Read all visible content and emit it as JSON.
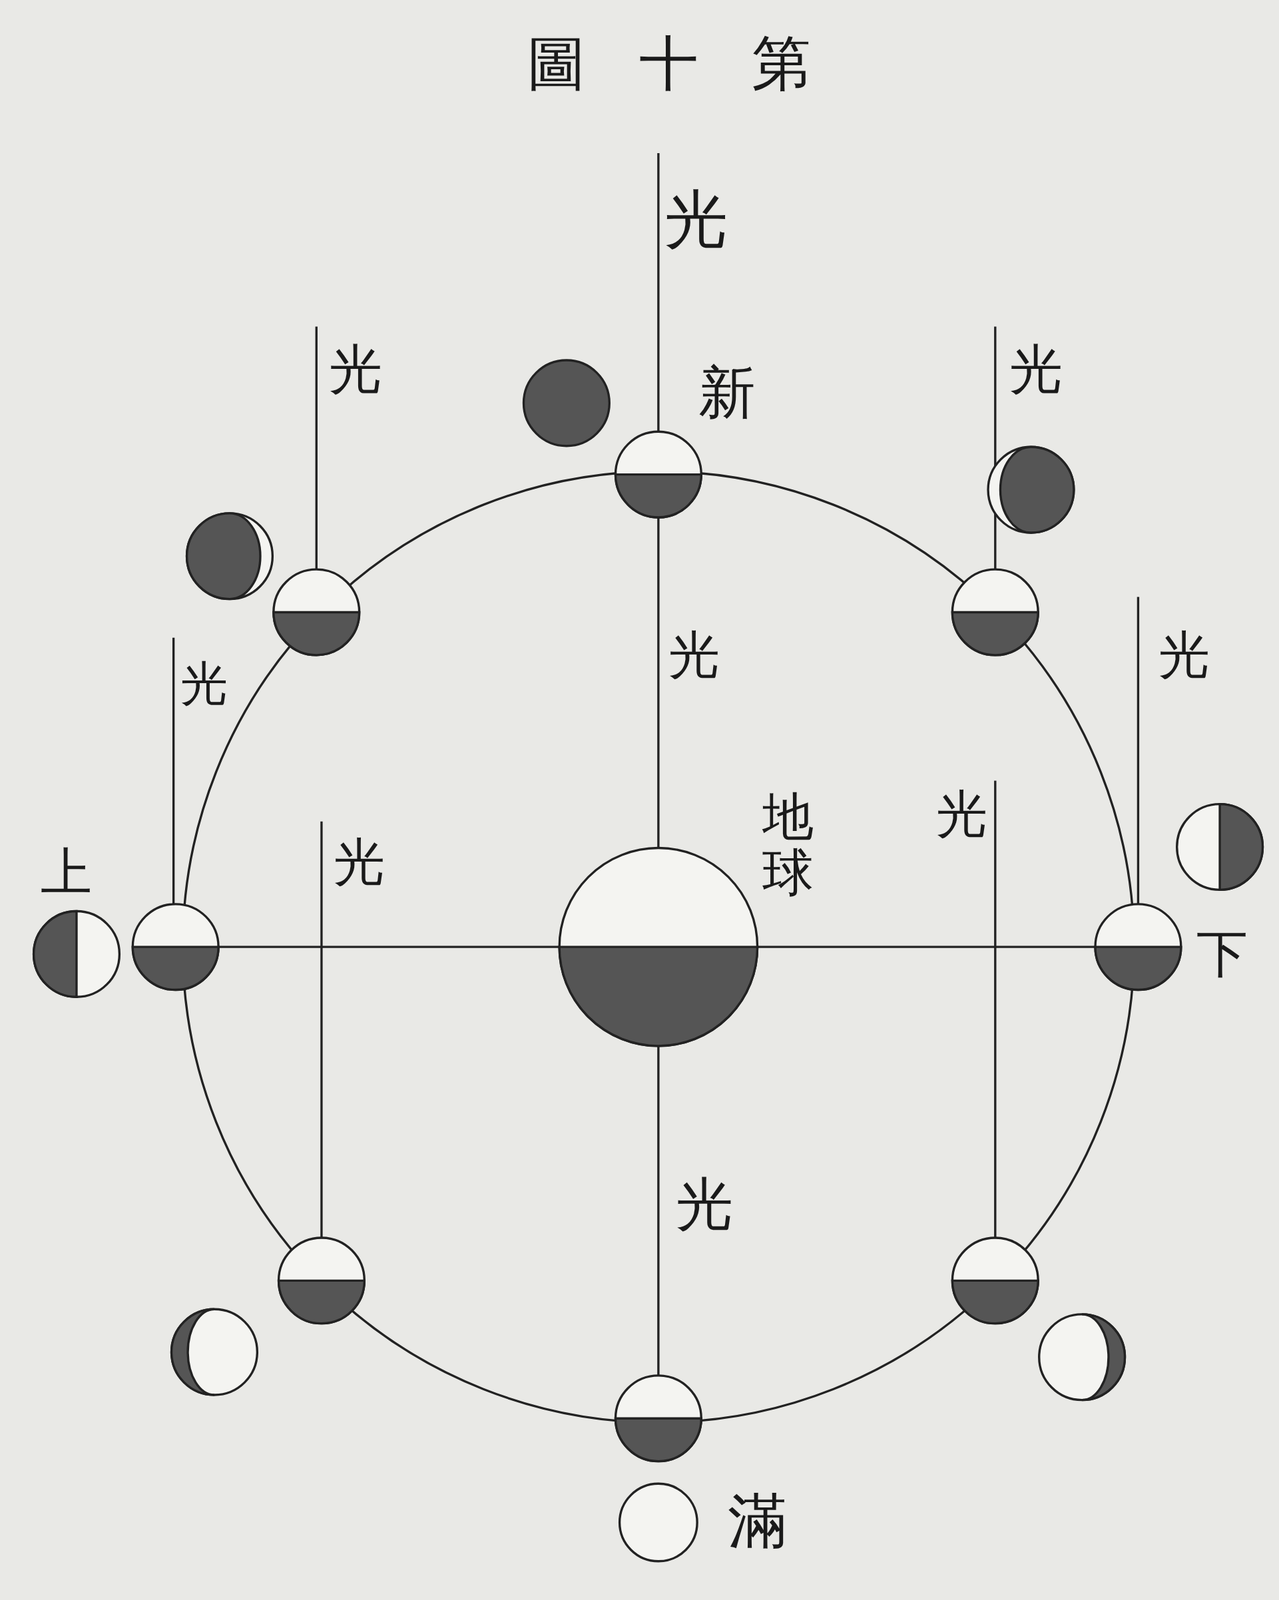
{
  "diagram": {
    "title": "圖十第",
    "nodes": [
      {
        "text": [
          "地球"
        ]
      }
    ],
    "labels": [
      "光",
      "新",
      "光",
      "光",
      "光",
      "光",
      "光",
      "上",
      "光",
      "光",
      "下",
      "光",
      "滿"
    ]
  }
}
